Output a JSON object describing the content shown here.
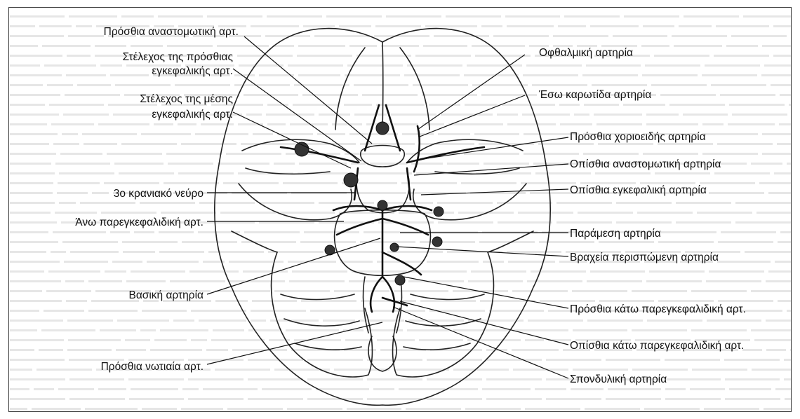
{
  "labels": {
    "ant_communicating": "Πρόσθια αναστομωτική αρτ.",
    "aca_trunk_1": "Στέλεχος της πρόσθιας",
    "aca_trunk_2": "εγκεφαλικής αρτ.",
    "mca_trunk_1": "Στέλεχος της μέσης",
    "mca_trunk_2": "εγκεφαλικής αρτ.",
    "third_nerve": "3ο κρανιακό νεύρο",
    "sup_cerebellar": "Άνω παρεγκεφαλιδική αρτ.",
    "basilar": "Βασική αρτηρία",
    "ant_spinal": "Πρόσθια νωτιαία αρτ.",
    "ophthalmic": "Οφθαλμική αρτηρία",
    "int_carotid": "Έσω καρωτίδα αρτηρία",
    "ant_choroidal": "Πρόσθια χοριοειδής αρτηρία",
    "post_communicating": "Οπίσθια αναστομωτική αρτηρία",
    "post_cerebral": "Οπίσθια εγκεφαλική αρτηρία",
    "paramedian": "Παράμεση αρτηρία",
    "short_circumferential": "Βραχεία περισπώμενη αρτηρία",
    "aica": "Πρόσθια κάτω παρεγκεφαλιδική αρτ.",
    "pica": "Οπίσθια κάτω παρεγκεφαλιδική αρτ.",
    "vertebral": "Σπονδυλική αρτηρία"
  }
}
